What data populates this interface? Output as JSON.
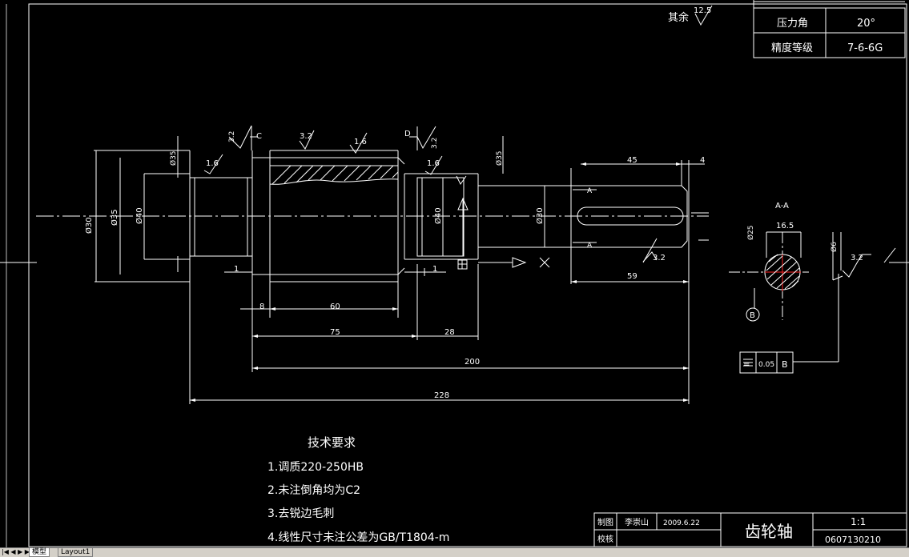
{
  "colors": {
    "background": "#000000",
    "line": "#ffffff",
    "centerline": "#ffffff",
    "section_cross": "#ff0000"
  },
  "spec_table": {
    "rows": [
      {
        "label": "压力角",
        "value": "20°"
      },
      {
        "label": "精度等级",
        "value": "7-6-6G"
      }
    ]
  },
  "surface_rest": {
    "label": "其余",
    "value": "12.5"
  },
  "roughness": [
    "3.2",
    "3.2",
    "1.6",
    "3.2",
    "1.6",
    "1.6",
    "3.2",
    "3.2"
  ],
  "datums": [
    "C",
    "D",
    "B",
    "A",
    "A"
  ],
  "section_title": "A-A",
  "dimensions": {
    "d45": "45",
    "d4": "4",
    "d59": "59",
    "d8": "8",
    "d60": "60",
    "d75": "75",
    "d28": "28",
    "d200": "200",
    "d228": "228",
    "d1a": "1",
    "d1b": "1",
    "d16_5": "16.5",
    "phi30": "Ø30",
    "phi35": "Ø35",
    "phi40a": "Ø40",
    "phi40b": "Ø40",
    "phi30b": "Ø30",
    "phi35a": "Ø35",
    "phi35b": "Ø35",
    "phi25": "Ø25",
    "phi6": "Ø6"
  },
  "tolerance_frame": {
    "symbol": "=",
    "value": "0.05",
    "datum": "B"
  },
  "tech_requirements": {
    "title": "技术要求",
    "items": [
      "1.调质220-250HB",
      "2.未注倒角均为C2",
      "3.去锐边毛刺",
      "4.线性尺寸未注公差为GB/T1804-m"
    ]
  },
  "title_block": {
    "drawn_label": "制图",
    "drawn_by": "李崇山",
    "date": "2009.6.22",
    "checked_label": "校核",
    "part_name": "齿轮轴",
    "scale": "1:1",
    "drawing_no": "0607130210"
  },
  "layout_tabs": {
    "nav": "|◀ ◀ ▶ ▶|",
    "model": "模型",
    "layout": "Layout1"
  }
}
